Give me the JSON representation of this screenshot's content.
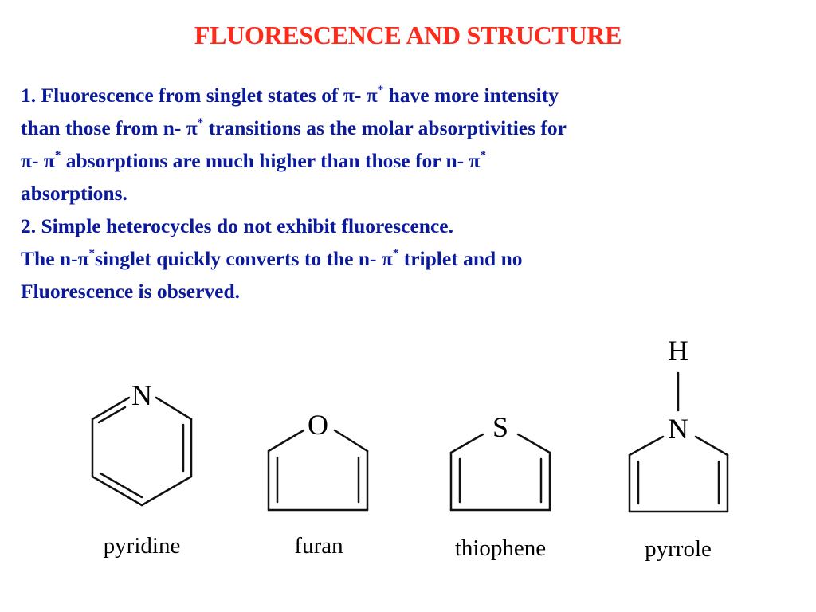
{
  "slide": {
    "title": "FLUORESCENCE AND STRUCTURE",
    "title_color": "#ff2a1a",
    "text_color": "#0a1a9a",
    "pi": "π",
    "star": "*",
    "points": {
      "p1": {
        "a": "1. Fluorescence from singlet states of ",
        "b": "- ",
        "c": " have more intensity",
        "d": "than those from n- ",
        "e": " transitions as the molar absorptivities for",
        "f": "- ",
        "g": " absorptions are much higher than those for n- ",
        "h": "absorptions."
      },
      "p2": {
        "line1": "2. Simple heterocycles do not exhibit fluorescence.",
        "a": "The n-",
        "b": "singlet quickly converts to the n- ",
        "c": " triplet and no",
        "line4": "Fluorescence is observed."
      }
    }
  },
  "molecules": [
    {
      "name": "pyridine",
      "atom": "N"
    },
    {
      "name": "furan",
      "atom": "O"
    },
    {
      "name": "thiophene",
      "atom": "S"
    },
    {
      "name": "pyrrole",
      "atom": "N",
      "substituent": "H"
    }
  ]
}
